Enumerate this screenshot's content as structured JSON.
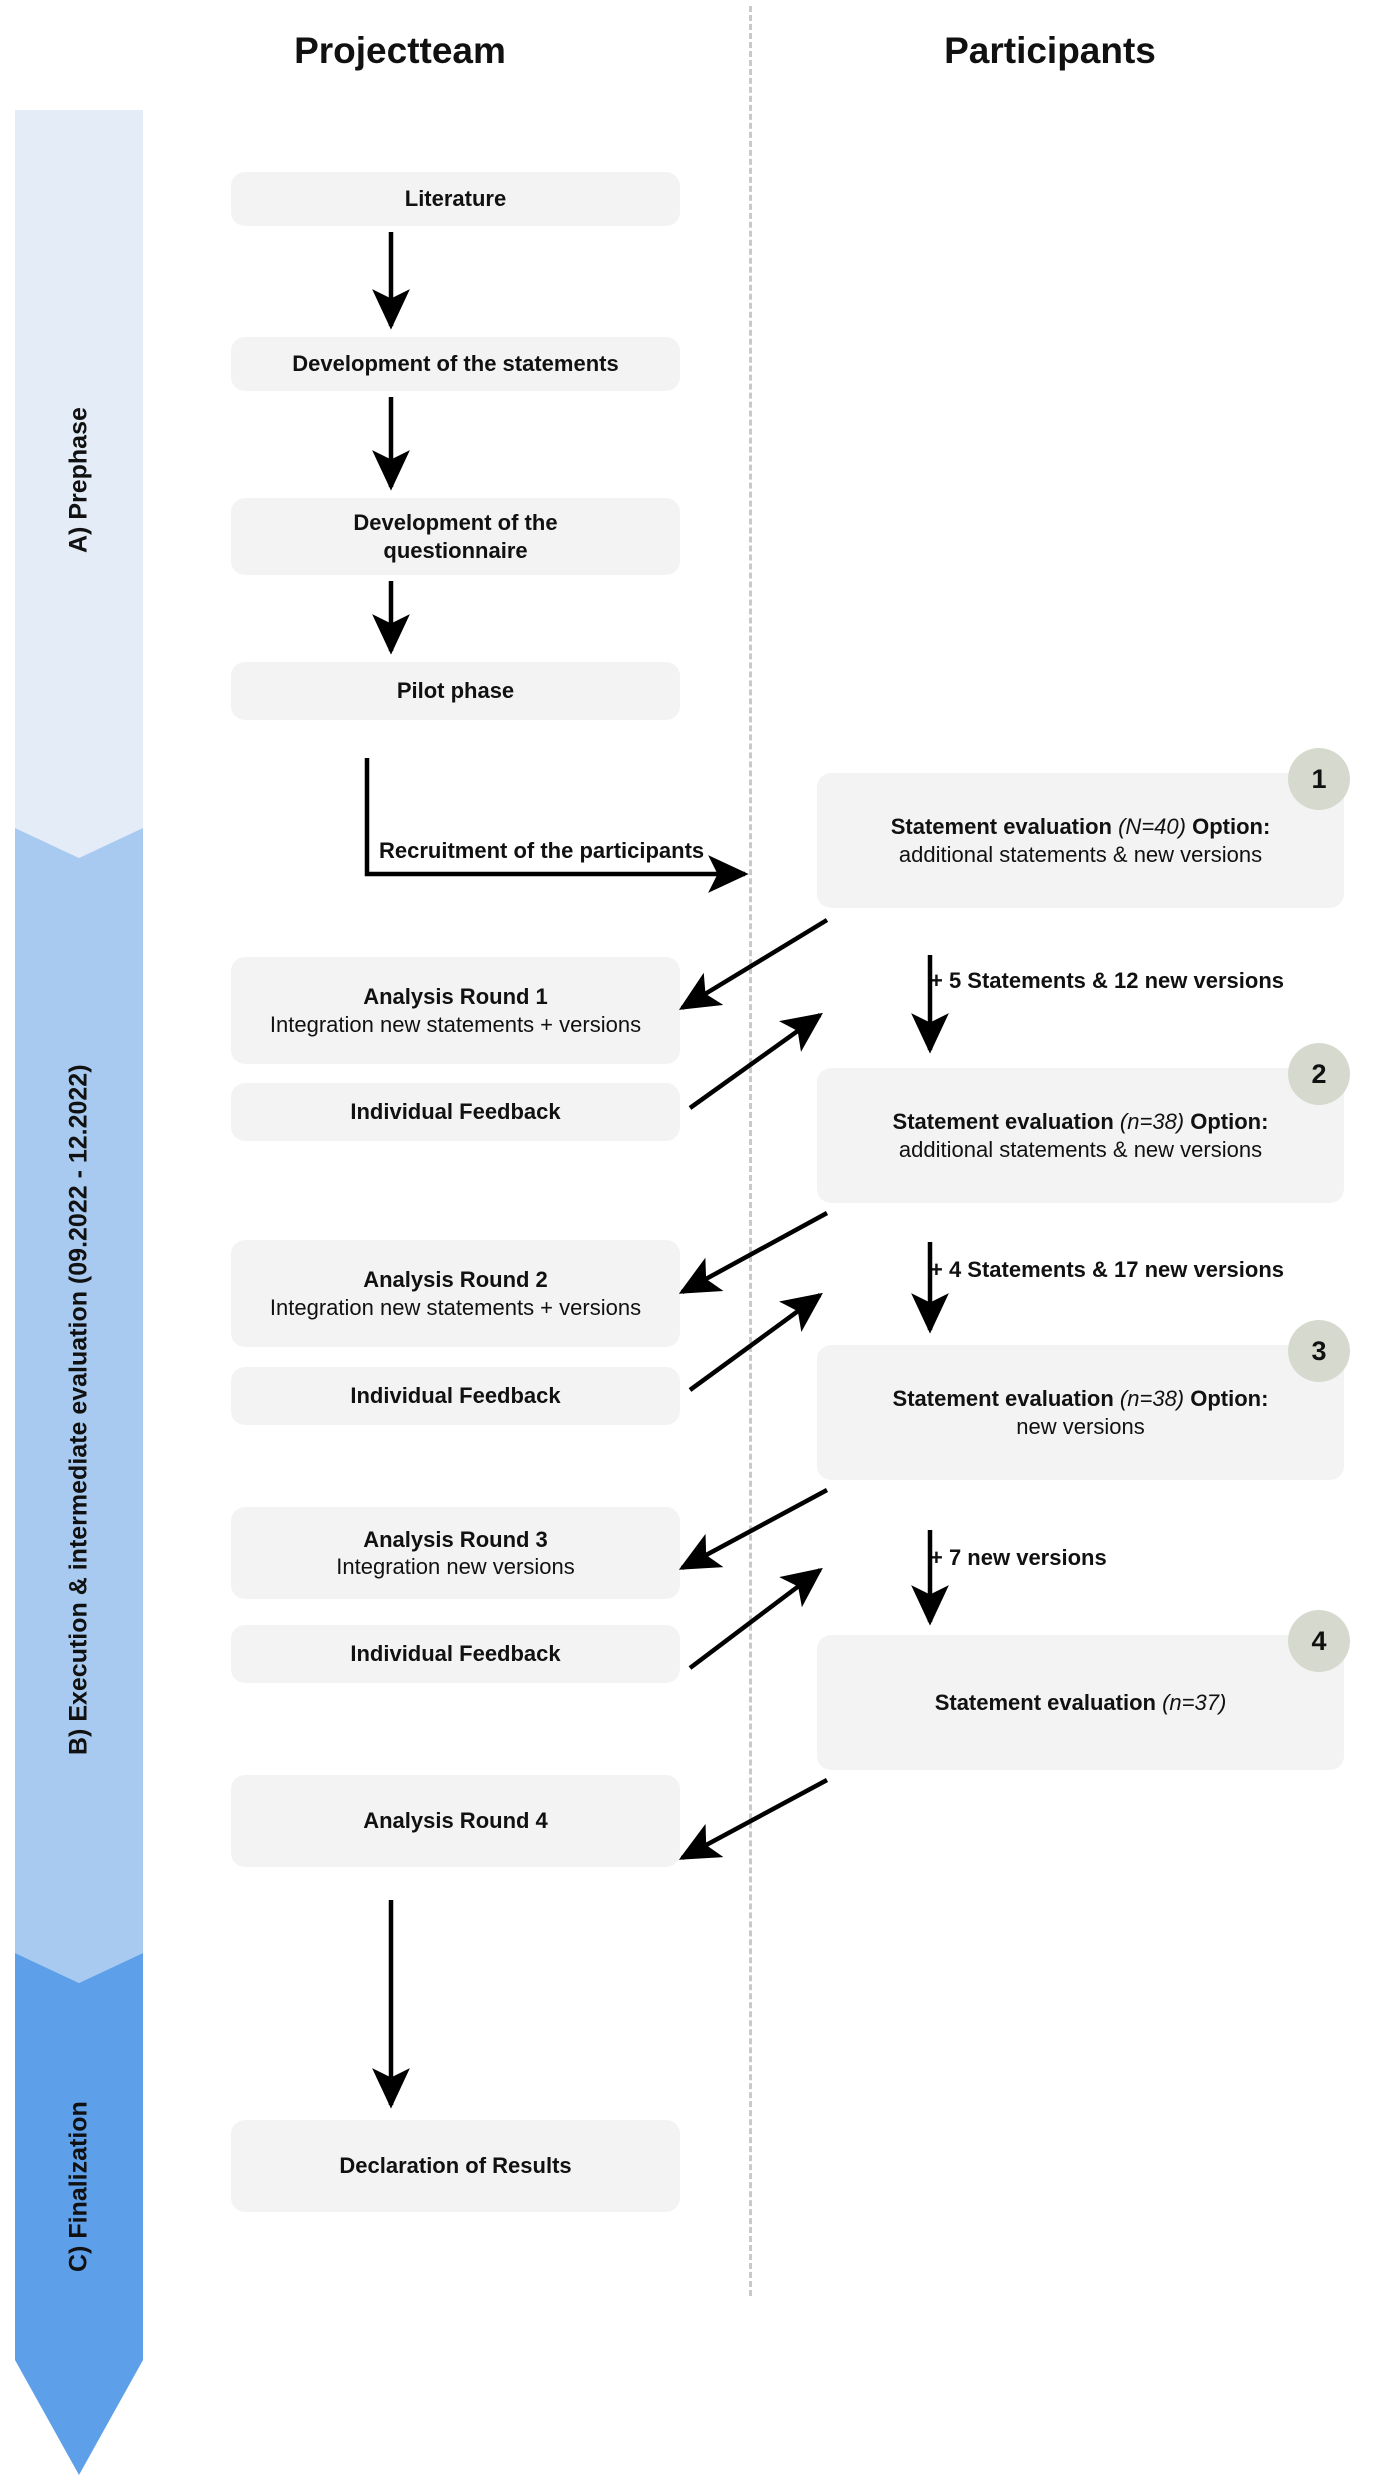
{
  "columns": {
    "left_header": "Projectteam",
    "right_header": "Participants"
  },
  "phases": [
    {
      "id": "a",
      "label": "A) Prephase",
      "color": "#e3ecf7"
    },
    {
      "id": "b",
      "label": "B) Execution & intermediate evaluation (09.2022 - 12.2022)",
      "color": "#a8caf0"
    },
    {
      "id": "c",
      "label": "C) Finalization",
      "color": "#5d9fe8"
    }
  ],
  "left_nodes": [
    {
      "id": "literature",
      "title": "Literature",
      "sub": ""
    },
    {
      "id": "dev-statements",
      "title": "Development of the statements",
      "sub": ""
    },
    {
      "id": "dev-questionnaire",
      "title": "Development of the",
      "sub_bold": "questionnaire"
    },
    {
      "id": "pilot-phase",
      "title": "Pilot phase",
      "sub": ""
    },
    {
      "id": "analysis-1",
      "title": "Analysis Round 1",
      "sub": "Integration new statements + versions"
    },
    {
      "id": "feedback-1",
      "title": "Individual Feedback",
      "sub": ""
    },
    {
      "id": "analysis-2",
      "title": "Analysis Round 2",
      "sub": "Integration new statements + versions"
    },
    {
      "id": "feedback-2",
      "title": "Individual Feedback",
      "sub": ""
    },
    {
      "id": "analysis-3",
      "title": "Analysis Round 3",
      "sub": "Integration new versions"
    },
    {
      "id": "feedback-3",
      "title": "Individual Feedback",
      "sub": ""
    },
    {
      "id": "analysis-4",
      "title": "Analysis Round 4",
      "sub": ""
    },
    {
      "id": "declaration",
      "title": "Declaration of Results",
      "sub": ""
    }
  ],
  "right_nodes": [
    {
      "id": "eval-1",
      "badge": "1",
      "line1_a": "Statement evaluation ",
      "line1_n": "(N=40)",
      "line1_b": " Option:",
      "line2": "additional statements & new versions"
    },
    {
      "id": "eval-2",
      "badge": "2",
      "line1_a": "Statement evaluation ",
      "line1_n": "(n=38)",
      "line1_b": " Option:",
      "line2": "additional statements & new versions"
    },
    {
      "id": "eval-3",
      "badge": "3",
      "line1_a": "Statement evaluation ",
      "line1_n": "(n=38)",
      "line1_b": " Option:",
      "line2": "new versions"
    },
    {
      "id": "eval-4",
      "badge": "4",
      "line1_a": "Statement evaluation ",
      "line1_n": "(n=37)",
      "line1_b": "",
      "line2": ""
    }
  ],
  "edge_labels": {
    "recruitment": "Recruitment of the participants",
    "add_round2": "+ 5 Statements & 12 new versions",
    "add_round3": "+ 4 Statements & 17 new versions",
    "add_round4": "+ 7 new versions"
  },
  "colors": {
    "node_fill": "#f3f3f3",
    "badge_fill": "#d6dace",
    "divider": "#c9c9c9",
    "arrow": "#000000"
  }
}
